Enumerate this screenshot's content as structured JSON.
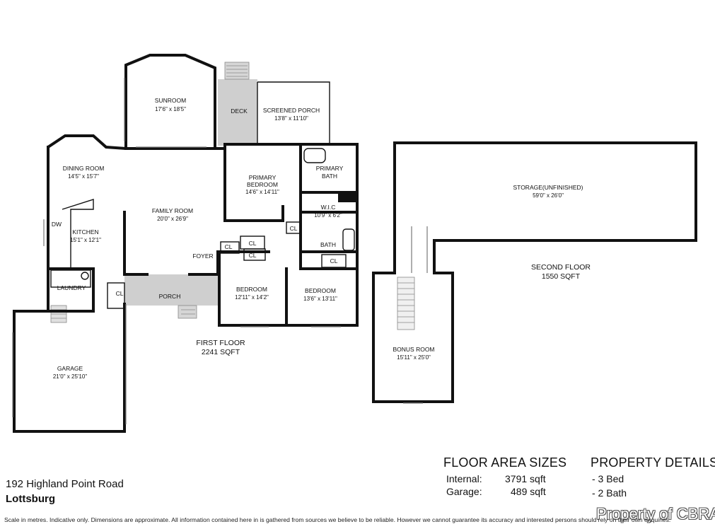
{
  "address": {
    "line1": "192 Highland Point Road",
    "line2": "Lottsburg"
  },
  "rooms": {
    "sunroom": {
      "name": "SUNROOM",
      "dims": "17'6\" x 18'5\""
    },
    "deck": {
      "name": "DECK"
    },
    "screened_porch": {
      "name": "SCREENED PORCH",
      "dims": "13'8\" x 11'10\""
    },
    "dining": {
      "name": "DINING ROOM",
      "dims": "14'5\" x 15'7\""
    },
    "primary_bedroom": {
      "name1": "PRIMARY",
      "name2": "BEDROOM",
      "dims": "14'6\" x 14'11\""
    },
    "primary_bath": {
      "name1": "PRIMARY",
      "name2": "BATH"
    },
    "family": {
      "name": "FAMILY ROOM",
      "dims": "20'0\" x 26'9\""
    },
    "kitchen": {
      "name": "KITCHEN",
      "dims": "15'1\" x 12'1\""
    },
    "dw": "DW",
    "wic": {
      "name": "W.I.C",
      "dims": "10'9\" x 6'2\""
    },
    "cl": "CL",
    "bath": {
      "name": "BATH"
    },
    "foyer": {
      "name": "FOYER"
    },
    "laundry": {
      "name": "LAUNDRY"
    },
    "porch": {
      "name": "PORCH"
    },
    "bedroom2": {
      "name": "BEDROOM",
      "dims": "12'11\" x 14'2\""
    },
    "bedroom3": {
      "name": "BEDROOM",
      "dims": "13'6\" x 13'11\""
    },
    "garage": {
      "name": "GARAGE",
      "dims": "21'0\" x 25'10\""
    },
    "storage": {
      "name": "STORAGE(UNFINISHED)",
      "dims": "59'0\" x 26'0\""
    },
    "bonus": {
      "name": "BONUS ROOM",
      "dims": "15'11\" x 25'0\""
    }
  },
  "floors": {
    "first": {
      "name": "FIRST FLOOR",
      "area": "2241 SQFT"
    },
    "second": {
      "name": "SECOND FLOOR",
      "area": "1550 SQFT"
    }
  },
  "floor_area": {
    "heading": "FLOOR AREA SIZES",
    "rows": [
      {
        "label": "Internal:",
        "value": "3791 sqft"
      },
      {
        "label": "Garage:",
        "value": "489 sqft"
      }
    ]
  },
  "property_details": {
    "heading": "PROPERTY DETAILS",
    "items": [
      "- 3 Bed",
      "- 2 Bath"
    ]
  },
  "disclaimer": "Scale in metres. Indicative only. Dimensions are approximate. All information contained here in is gathered from sources we believe to be reliable. However we cannot guarantee its accuracy and interested persons should rely on their own enquiries.",
  "watermark": "Property of CBRA",
  "colors": {
    "wall": "#111111",
    "fill_grey": "#cfcfcf"
  }
}
